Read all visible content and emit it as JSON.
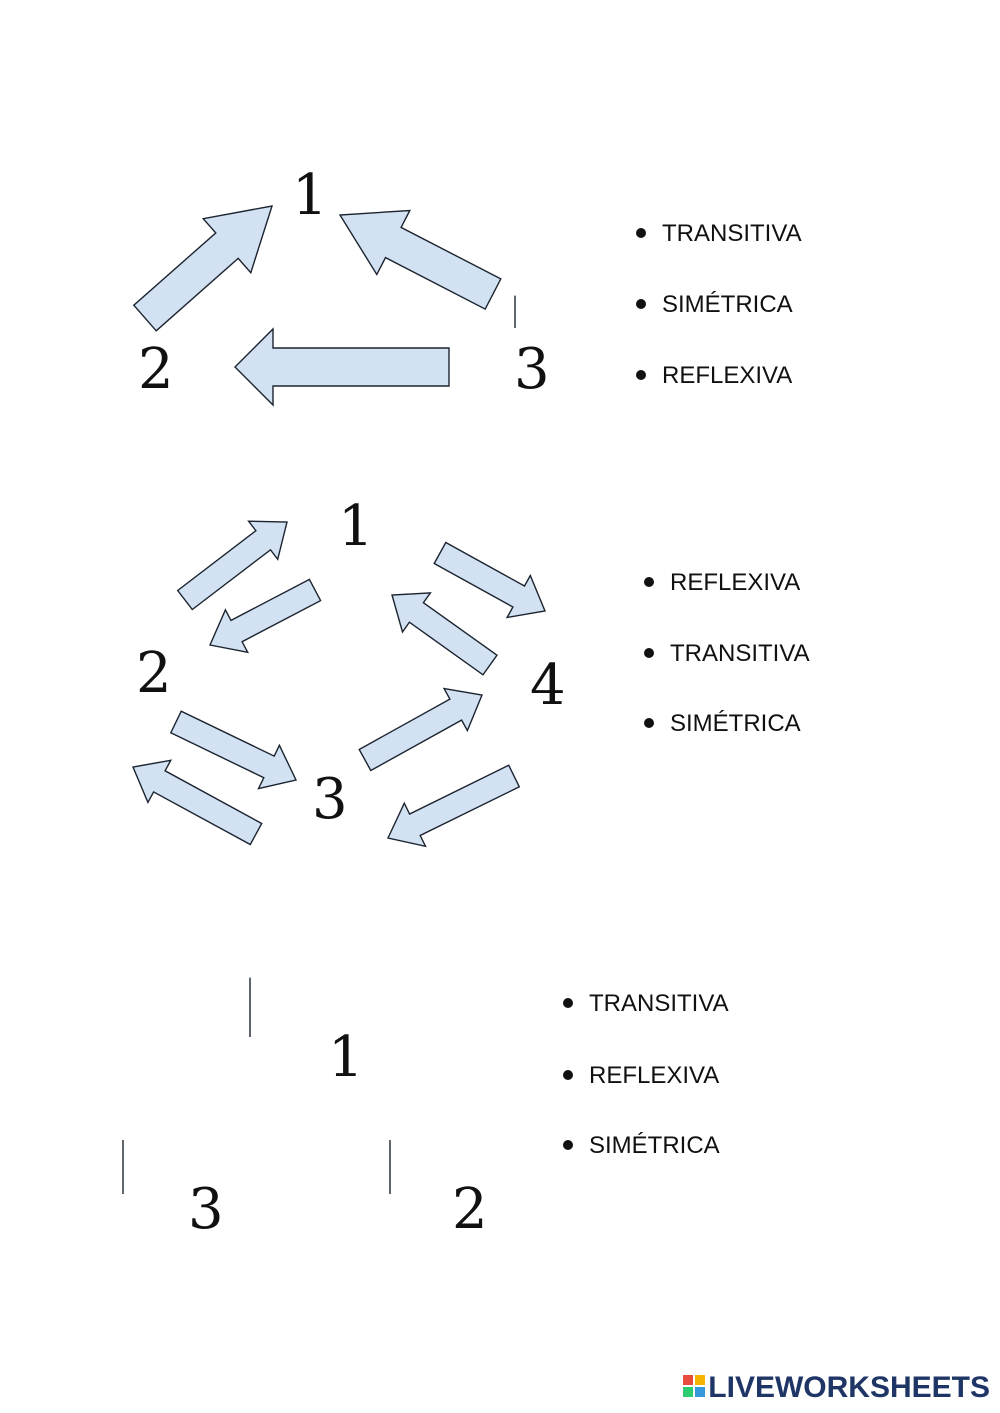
{
  "colors": {
    "arrow_fill": "#d2e2f3",
    "arrow_stroke": "#1c2430",
    "text": "#111111",
    "logo": "#1f3566"
  },
  "diagram1": {
    "nodes": [
      "1",
      "2",
      "3"
    ],
    "options": [
      "TRANSITIVA",
      "SIMÉTRICA",
      "REFLEXIVA"
    ]
  },
  "diagram2": {
    "nodes": [
      "1",
      "2",
      "3",
      "4"
    ],
    "options": [
      "REFLEXIVA",
      "TRANSITIVA",
      "SIMÉTRICA"
    ]
  },
  "diagram3": {
    "nodes": [
      "1",
      "3",
      "2"
    ],
    "options": [
      "TRANSITIVA",
      "REFLEXIVA",
      "SIMÉTRICA"
    ]
  },
  "footer": {
    "brand": "LIVEWORKSHEETS",
    "icon": "liveworksheets-logo-icon"
  }
}
